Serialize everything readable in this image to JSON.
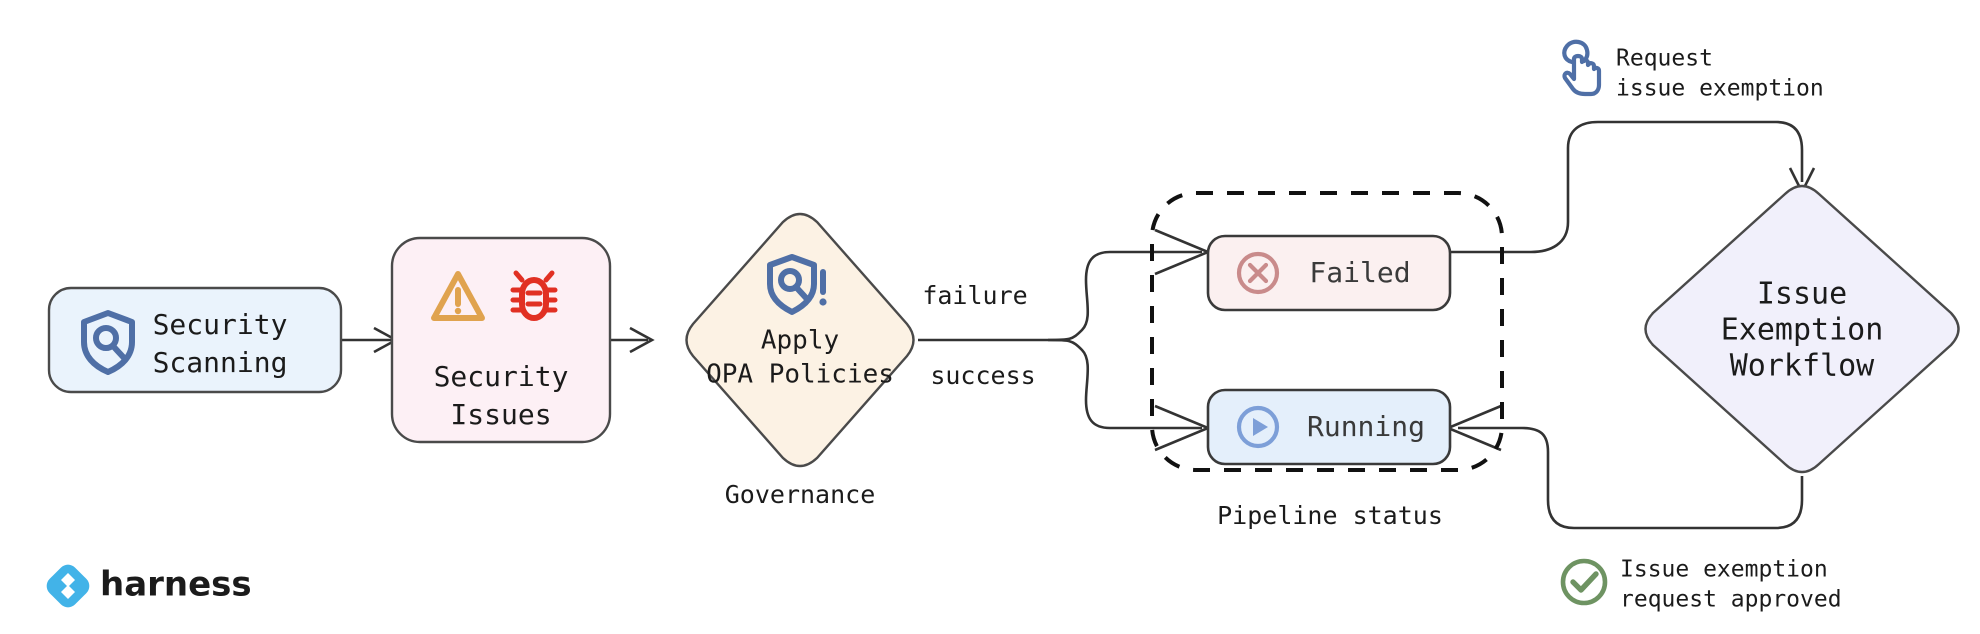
{
  "diagram": {
    "title": "Harness security issue exemption workflow",
    "background": "#ffffff"
  },
  "nodes": {
    "security_scanning": {
      "label_line1": "Security",
      "label_line2": "Scanning",
      "icon": "shield-scan-icon",
      "fill": "#eaf3fc",
      "stroke": "#4a4a4a",
      "icon_color": "#4f6fa6"
    },
    "security_issues": {
      "label_line1": "Security",
      "label_line2": "Issues",
      "icon_warning": "warning-triangle-icon",
      "icon_bug": "bug-icon",
      "fill": "#fdf0f5",
      "stroke": "#4a4a4a",
      "warning_color": "#e0a34f",
      "bug_color": "#e13023"
    },
    "governance": {
      "label_line1": "Apply",
      "label_line2": "OPA Policies",
      "caption": "Governance",
      "icon": "shield-policy-alert-icon",
      "fill": "#fcf2e4",
      "stroke": "#4a4a4a",
      "icon_color": "#4f6fa6"
    },
    "failed": {
      "label": "Failed",
      "icon": "circle-x-icon",
      "fill": "#fbf0f0",
      "stroke": "#3a3a3a",
      "icon_color": "#c98b8b",
      "text_color": "#3a3a3a"
    },
    "running": {
      "label": "Running",
      "icon": "circle-play-icon",
      "fill": "#e4effb",
      "stroke": "#3a3a3a",
      "icon_color": "#7d9fd8",
      "text_color": "#3a3a3a"
    },
    "pipeline_status": {
      "caption": "Pipeline status",
      "stroke": "#111111",
      "style": "dashed"
    },
    "issue_exemption_workflow": {
      "label_line1": "Issue",
      "label_line2": "Exemption",
      "label_line3": "Workflow",
      "fill": "#f1f0fb",
      "stroke": "#4a4a4a"
    }
  },
  "edges": [
    {
      "id": "scan-to-issues",
      "label": ""
    },
    {
      "id": "issues-to-governance",
      "label": ""
    },
    {
      "id": "governance-to-failed",
      "label": "failure"
    },
    {
      "id": "governance-to-running",
      "label": "success"
    },
    {
      "id": "failed-to-exemption",
      "label": ""
    },
    {
      "id": "exemption-to-running",
      "label": ""
    }
  ],
  "edge_labels": {
    "failure": "failure",
    "success": "success"
  },
  "annotations": [
    {
      "id": "request-exemption",
      "icon": "hand-click-icon",
      "icon_color": "#4f6fa6",
      "line1": "Request",
      "line2": "issue exemption"
    },
    {
      "id": "request-approved",
      "icon": "check-circle-icon",
      "icon_color": "#6e9362",
      "line1": "Issue exemption",
      "line2": "request approved"
    }
  ],
  "branding": {
    "name": "harness",
    "logo_icon": "harness-logo-icon",
    "logo_color": "#42b3e8"
  }
}
